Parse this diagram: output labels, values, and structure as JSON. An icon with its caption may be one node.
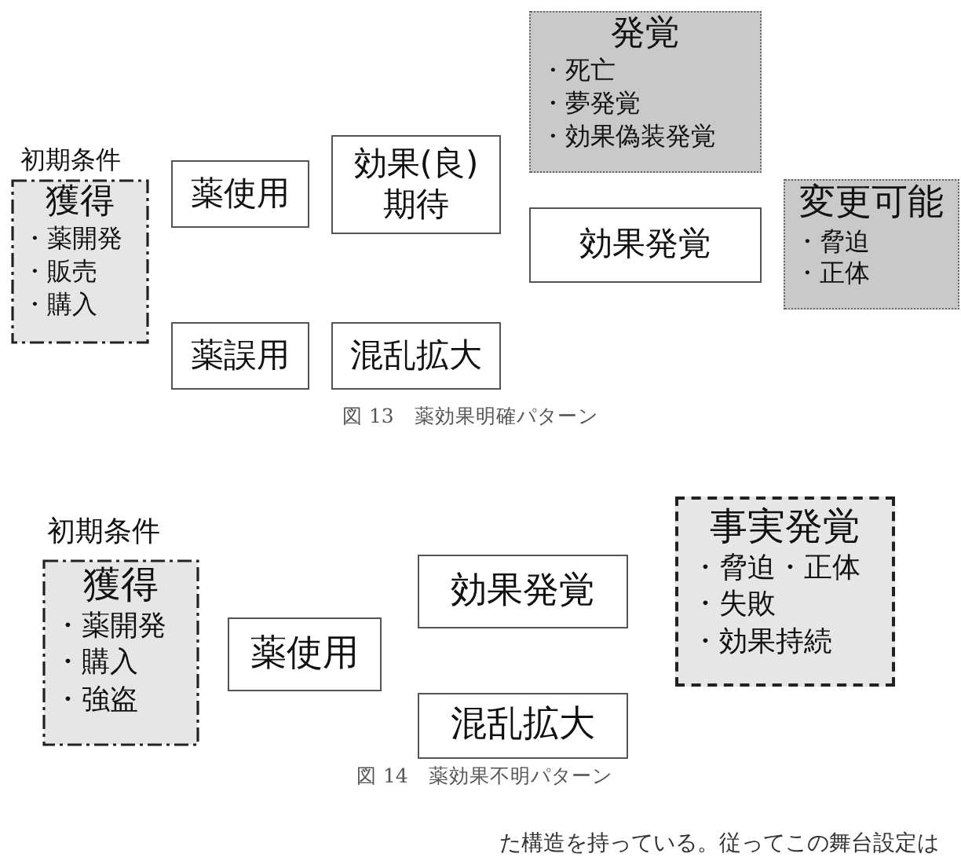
{
  "diagram": {
    "nodes": [
      {
        "text": [
          "初期条件",
          "獲得",
          "・薬開発",
          "・販売",
          "・購入"
        ]
      },
      {
        "text": [
          "薬使用"
        ]
      },
      {
        "text": [
          "効果(良)期待"
        ]
      },
      {
        "text": [
          "薬誤用"
        ]
      },
      {
        "text": [
          "混乱拡大"
        ]
      },
      {
        "text": [
          "発覚",
          "・死亡",
          "・夢発覚",
          "・効果偽装発覚"
        ]
      },
      {
        "text": [
          "効果発覚"
        ]
      },
      {
        "text": [
          "変更可能",
          "・脅迫",
          "・正体"
        ]
      },
      {
        "text": [
          "初期条件",
          "獲得",
          "・薬開発",
          "・購入",
          "・強盗"
        ]
      },
      {
        "text": [
          "薬使用"
        ]
      },
      {
        "text": [
          "効果発覚"
        ]
      },
      {
        "text": [
          "混乱拡大"
        ]
      },
      {
        "text": [
          "事実発覚",
          "・脅迫・正体",
          "・失敗",
          "・効果持続"
        ]
      }
    ],
    "labels": [
      "図 13　薬効果明確パターン",
      "図 14　薬効果不明パターン",
      "た構造を持っている。従ってこの舞台設定は"
    ]
  }
}
